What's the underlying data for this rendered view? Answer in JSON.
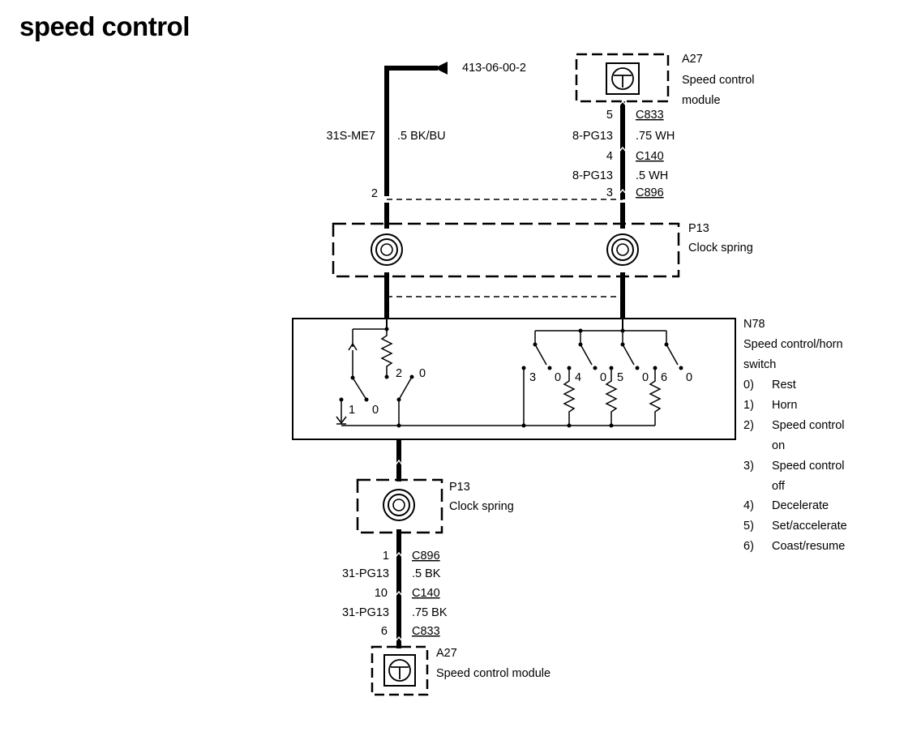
{
  "title": "speed control",
  "ref": "413-06-00-2",
  "top_left_wire": {
    "code": "31S-ME7",
    "spec": ".5 BK/BU",
    "pin": "2"
  },
  "module_top": {
    "id": "A27",
    "line1": "Speed control",
    "line2": "module"
  },
  "top_right_wiring": [
    {
      "pin": "5",
      "connector": "C833"
    },
    {
      "code": "8-PG13",
      "spec": ".75 WH"
    },
    {
      "pin": "4",
      "connector": "C140"
    },
    {
      "code": "8-PG13",
      "spec": ".5 WH"
    },
    {
      "pin": "3",
      "connector": "C896"
    }
  ],
  "clock_spring_top": {
    "id": "P13",
    "label": "Clock spring"
  },
  "switch": {
    "id": "N78",
    "line1": "Speed control/horn",
    "line2": "switch",
    "contact_labels": [
      "1",
      "0",
      "2",
      "0",
      "3",
      "0",
      "4",
      "0",
      "5",
      "0",
      "6",
      "0"
    ],
    "legend": [
      {
        "num": "0)",
        "text": "Rest"
      },
      {
        "num": "1)",
        "text": "Horn"
      },
      {
        "num": "2)",
        "text": "Speed control",
        "text2": "on"
      },
      {
        "num": "3)",
        "text": "Speed control",
        "text2": "off"
      },
      {
        "num": "4)",
        "text": "Decelerate"
      },
      {
        "num": "5)",
        "text": "Set/accelerate"
      },
      {
        "num": "6)",
        "text": "Coast/resume"
      }
    ]
  },
  "clock_spring_bottom": {
    "id": "P13",
    "label": "Clock spring"
  },
  "bottom_wiring": [
    {
      "pin": "1",
      "connector": "C896"
    },
    {
      "code": "31-PG13",
      "spec": ".5 BK"
    },
    {
      "pin": "10",
      "connector": "C140"
    },
    {
      "code": "31-PG13",
      "spec": ".75 BK"
    },
    {
      "pin": "6",
      "connector": "C833"
    }
  ],
  "module_bottom": {
    "id": "A27",
    "label": "Speed control module"
  }
}
